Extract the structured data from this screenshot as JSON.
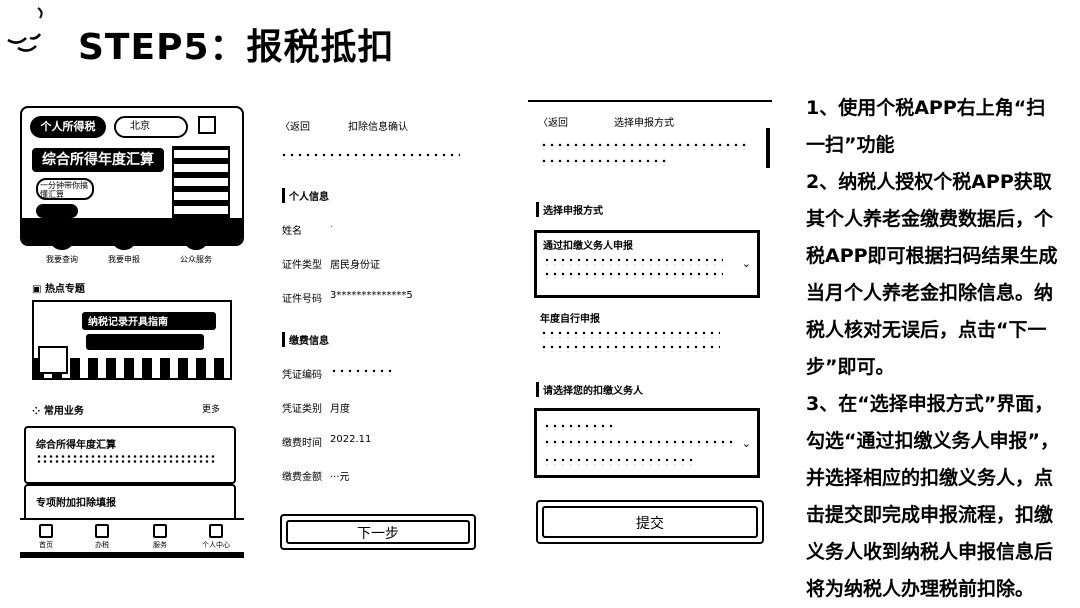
{
  "title": "STEP5：报税抵扣",
  "phone1": {
    "banner_brand": "个人所得税",
    "banner_location": "北京",
    "banner_hero": "综合所得年度汇算",
    "banner_sub": "一分钟带你搞懂汇算",
    "quick_links": [
      "我要查询",
      "我要申报",
      "公众服务"
    ],
    "hot_topics_label": "热点专题",
    "promo_text": "纳税记录开具指南",
    "common_services_label": "常用业务",
    "more_label": "更多",
    "card1_title": "综合所得年度汇算",
    "card2_title": "专项附加扣除填报",
    "tabs": [
      "首页",
      "办税",
      "服务",
      "个人中心"
    ]
  },
  "phone2": {
    "back": "〈返回",
    "title": "扣除信息确认",
    "personal_section": "个人信息",
    "name_label": "姓名",
    "name_value": "·",
    "id_type_label": "证件类型",
    "id_type_value": "居民身份证",
    "id_number_label": "证件号码",
    "id_number_value": "3**************5",
    "payment_section": "缴费信息",
    "voucher_no_label": "凭证编码",
    "voucher_type_label": "凭证类别",
    "voucher_type_value": "月度",
    "payment_time_label": "缴费时间",
    "payment_time_value": "2022.11",
    "payment_amount_label": "缴费金额",
    "payment_amount_value": "···元",
    "submit_button": "下一步"
  },
  "phone3": {
    "back": "〈返回",
    "title": "选择申报方式",
    "section_method": "选择申报方式",
    "option1_title": "通过扣缴义务人申报",
    "option2_title": "年度自行申报",
    "section_withholder": "请选择您的扣缴义务人",
    "submit_button": "提交"
  },
  "instructions": [
    "1、使用个税APP右上角“扫一扫”功能",
    "2、纳税人授权个税APP获取其个人养老金缴费数据后，个税APP即可根据扫码结果生成当月个人养老金扣除信息。纳税人核对无误后，点击“下一步”即可。",
    "3、在“选择申报方式”界面，勾选“通过扣缴义务人申报”，并选择相应的扣缴义务人，点击提交即完成申报流程，扣缴义务人收到纳税人申报信息后将为纳税人办理税前扣除。"
  ]
}
